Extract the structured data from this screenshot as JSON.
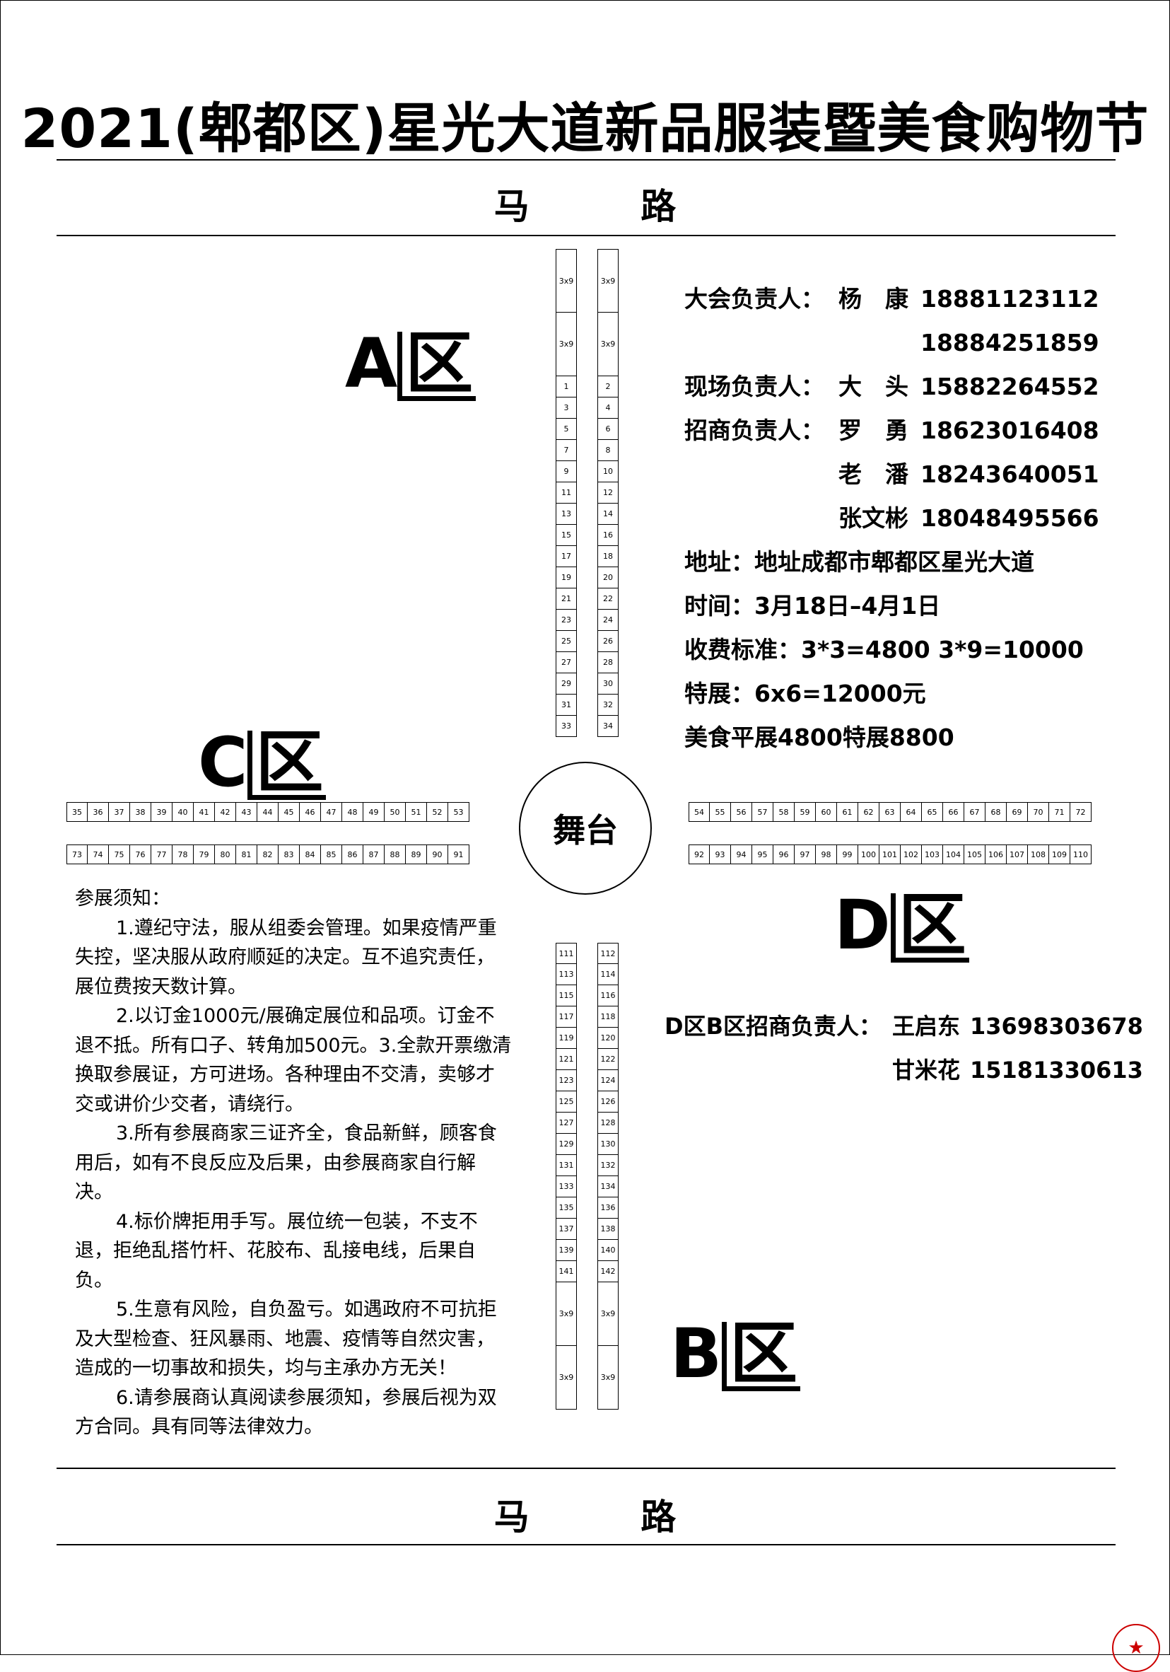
{
  "title": "2021(郫都区)星光大道新品服装暨美食购物节",
  "roads": {
    "top": "马 路",
    "bottom": "马 路"
  },
  "zones": {
    "a": "A",
    "b": "B",
    "c": "C",
    "d": "D",
    "suffix": "区"
  },
  "stage": "舞台",
  "booths": {
    "big_label": "3x9",
    "col_a_left": [
      "3x9",
      "3x9",
      "1",
      "3",
      "5",
      "7",
      "9",
      "11",
      "13",
      "15",
      "17",
      "19",
      "21",
      "23",
      "25",
      "27",
      "29",
      "31",
      "33"
    ],
    "col_a_right": [
      "3x9",
      "3x9",
      "2",
      "4",
      "6",
      "8",
      "10",
      "12",
      "14",
      "16",
      "18",
      "20",
      "22",
      "24",
      "26",
      "28",
      "30",
      "32",
      "34"
    ],
    "row_c_top": [
      "35",
      "36",
      "37",
      "38",
      "39",
      "40",
      "41",
      "42",
      "43",
      "44",
      "45",
      "46",
      "47",
      "48",
      "49",
      "50",
      "51",
      "52",
      "53"
    ],
    "row_c_bottom": [
      "73",
      "74",
      "75",
      "76",
      "77",
      "78",
      "79",
      "80",
      "81",
      "82",
      "83",
      "84",
      "85",
      "86",
      "87",
      "88",
      "89",
      "90",
      "91"
    ],
    "row_d_top": [
      "54",
      "55",
      "56",
      "57",
      "58",
      "59",
      "60",
      "61",
      "62",
      "63",
      "64",
      "65",
      "66",
      "67",
      "68",
      "69",
      "70",
      "71",
      "72"
    ],
    "row_d_bottom": [
      "92",
      "93",
      "94",
      "95",
      "96",
      "97",
      "98",
      "99",
      "100",
      "101",
      "102",
      "103",
      "104",
      "105",
      "106",
      "107",
      "108",
      "109",
      "110"
    ],
    "col_b_left": [
      "111",
      "113",
      "115",
      "117",
      "119",
      "121",
      "123",
      "125",
      "127",
      "129",
      "131",
      "133",
      "135",
      "137",
      "139",
      "141",
      "3x9",
      "3x9"
    ],
    "col_b_right": [
      "112",
      "114",
      "116",
      "118",
      "120",
      "122",
      "124",
      "126",
      "128",
      "130",
      "132",
      "134",
      "136",
      "138",
      "140",
      "142",
      "3x9",
      "3x9"
    ]
  },
  "contacts": [
    {
      "label": "大会负责人：",
      "name": "杨　康",
      "phone": "18881123112"
    },
    {
      "label": "",
      "name": "",
      "phone": "18884251859"
    },
    {
      "label": "现场负责人：",
      "name": "大　头",
      "phone": "15882264552"
    },
    {
      "label": "招商负责人：",
      "name": "罗　勇",
      "phone": "18623016408"
    },
    {
      "label": "",
      "name": "老　潘",
      "phone": "18243640051"
    },
    {
      "label": "",
      "name": "张文彬",
      "phone": "18048495566"
    }
  ],
  "info_lines": [
    "地址：地址成都市郫都区星光大道",
    "时间：3月18日–4月1日",
    "收费标准：3*3=4800 3*9=10000",
    "特展：6x6=12000元",
    "美食平展4800特展8800"
  ],
  "d_contacts": [
    {
      "label": "D区B区招商负责人：",
      "name": "王启东",
      "phone": "13698303678"
    },
    {
      "label": "",
      "name": "甘米花",
      "phone": "15181330613"
    }
  ],
  "notice": {
    "heading": "参展须知：",
    "items": [
      "1.遵纪守法，服从组委会管理。如果疫情严重失控，坚决服从政府顺延的决定。互不追究责任，展位费按天数计算。",
      "2.以订金1000元/展确定展位和品项。订金不退不抵。所有口子、转角加500元。3.全款开票缴清换取参展证，方可进场。各种理由不交清，卖够才交或讲价少交者，请绕行。",
      "3.所有参展商家三证齐全，食品新鲜，顾客食用后，如有不良反应及后果，由参展商家自行解决。",
      "4.标价牌拒用手写。展位统一包装，不支不退，拒绝乱搭竹杆、花胶布、乱接电线，后果自负。",
      "5.生意有风险，自负盈亏。如遇政府不可抗拒及大型检查、狂风暴雨、地震、疫情等自然灾害，造成的一切事故和损失，均与主承办方无关！",
      "6.请参展商认真阅读参展须知，参展后视为双方合同。具有同等法律效力。"
    ]
  },
  "stamp_icon": "star-icon",
  "colors": {
    "stamp": "#cc0000"
  }
}
